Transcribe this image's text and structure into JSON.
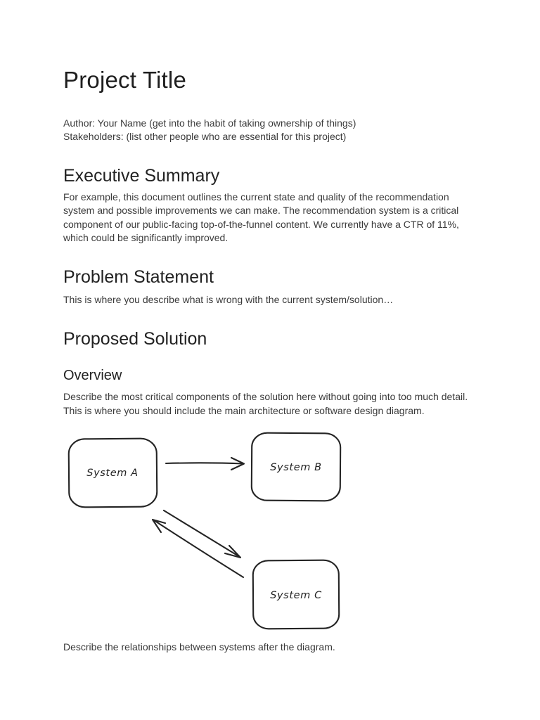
{
  "doc": {
    "title": "Project Title",
    "author_line": "Author: Your Name (get into the habit of taking ownership of things)",
    "stakeholders_line": "Stakeholders: (list other people who are essential for this project)",
    "sections": {
      "executive_summary": {
        "heading": "Executive Summary",
        "body": "For example, this document outlines the current state and quality of the recommendation system and possible improvements we can make. The recommendation system is a critical component of our public-facing top-of-the-funnel content. We currently have a CTR of 11%, which could be significantly improved."
      },
      "problem_statement": {
        "heading": "Problem Statement",
        "body": "This is where you describe what is wrong with the current system/solution…"
      },
      "proposed_solution": {
        "heading": "Proposed Solution"
      },
      "overview": {
        "heading": "Overview",
        "body": "Describe the most critical components of the solution here without going into too much detail. This is where you should include the main architecture or software design diagram.",
        "after_diagram": "Describe the relationships between systems after the diagram."
      }
    },
    "diagram": {
      "style": "hand-drawn sketch",
      "stroke_color": "#242424",
      "node_fill": "#ffffff",
      "nodes": [
        {
          "id": "system-a",
          "label": "System A"
        },
        {
          "id": "system-b",
          "label": "System B"
        },
        {
          "id": "system-c",
          "label": "System C"
        }
      ],
      "edges": [
        {
          "from": "System A",
          "to": "System B",
          "direction": "one-way"
        },
        {
          "from": "System A",
          "to": "System C",
          "direction": "two-way"
        }
      ]
    }
  }
}
